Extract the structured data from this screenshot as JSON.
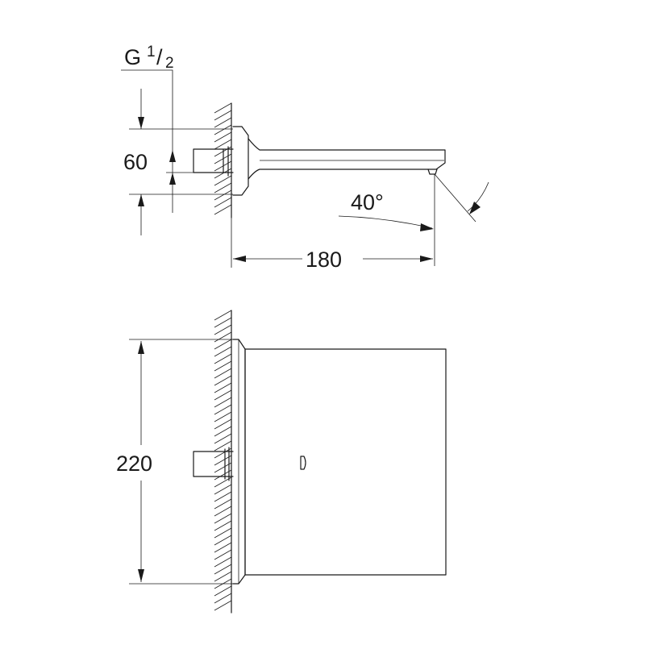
{
  "thread": {
    "letter": "G",
    "numerator": "1",
    "slash": "/",
    "denominator": "2"
  },
  "dimensions": {
    "depth": "60",
    "angle": "40°",
    "length": "180",
    "width": "220"
  }
}
